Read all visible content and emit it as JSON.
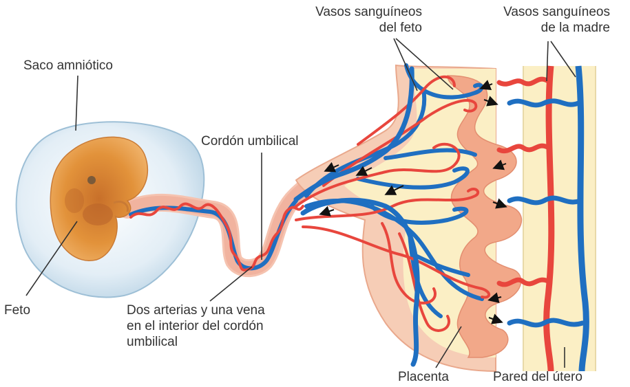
{
  "labels": {
    "saco": "Saco amniótico",
    "feto": "Feto",
    "cordon": "Cordón umbilical",
    "arterias": [
      "Dos arterias y una vena",
      "en el interior del cordón",
      "umbilical"
    ],
    "vasos_feto": [
      "Vasos sanguíneos",
      "del feto"
    ],
    "vasos_madre": [
      "Vasos sanguíneos",
      "de la madre"
    ],
    "placenta": "Placenta",
    "pared": "Pared del útero"
  },
  "colors": {
    "artery_red": "#e8463d",
    "vein_blue": "#1f6fc1",
    "fetus_orange": "#e2923a",
    "amniotic_sac": "#d6e8f2",
    "placenta_peach": "#f2a889",
    "tissue_cream": "#fbefc5",
    "label_text": "#333333",
    "leader_line": "#333333"
  }
}
